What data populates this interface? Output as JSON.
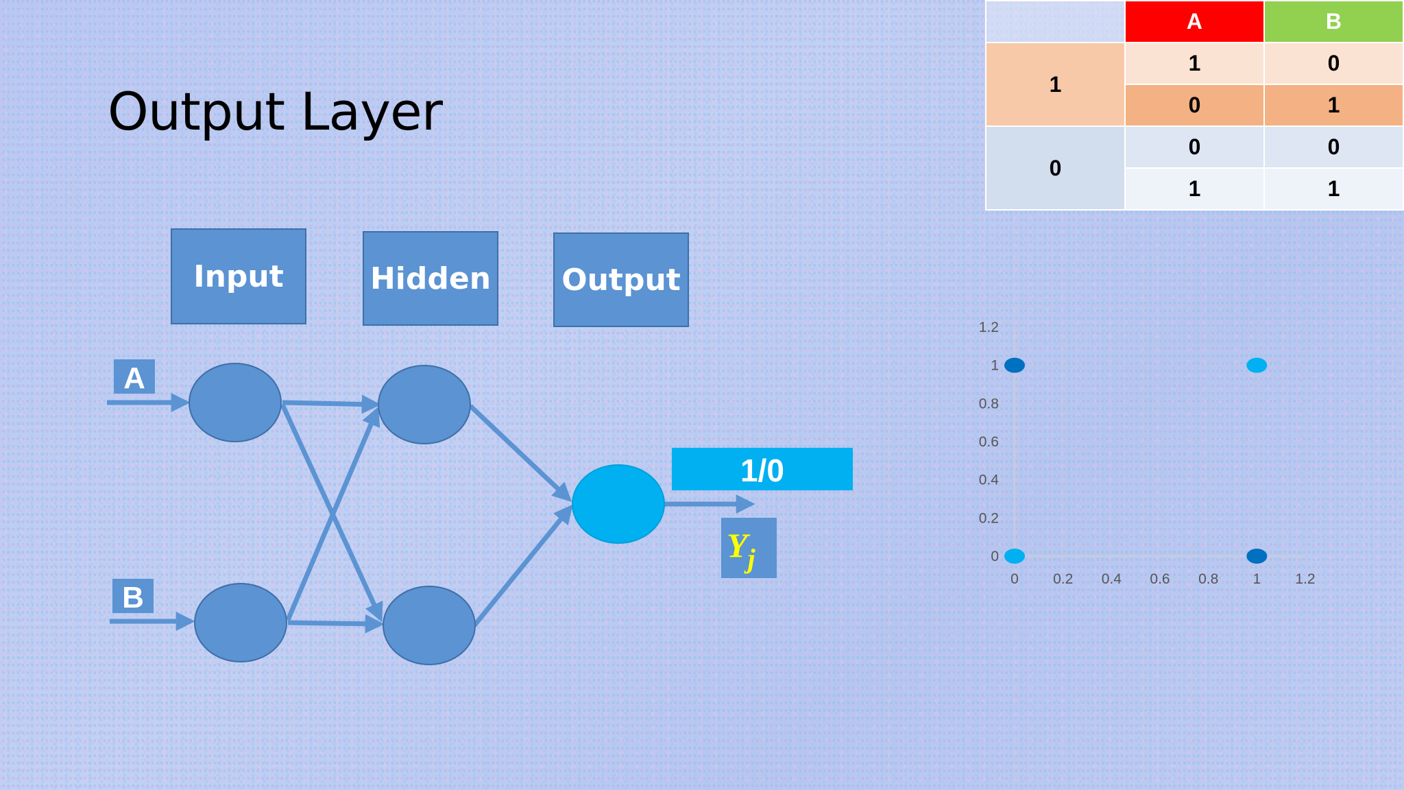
{
  "title": "Output Layer",
  "layers": {
    "input_label": "Input",
    "hidden_label": "Hidden",
    "output_label": "Output"
  },
  "inputs": {
    "a_label": "A",
    "b_label": "B"
  },
  "output": {
    "value_label": "1/0",
    "symbol_main": "Y",
    "symbol_sub": "j"
  },
  "truth_table": {
    "header_a": "A",
    "header_b": "B",
    "groups": [
      {
        "label": "1",
        "rows": [
          {
            "a": "1",
            "b": "0"
          },
          {
            "a": "0",
            "b": "1"
          }
        ]
      },
      {
        "label": "0",
        "rows": [
          {
            "a": "0",
            "b": "0"
          },
          {
            "a": "1",
            "b": "1"
          }
        ]
      }
    ]
  },
  "colors": {
    "neuron": "#5b93d3",
    "output_neuron": "#00b0f0",
    "header_a": "#ff0000",
    "header_b": "#92d050",
    "point_dark": "#0070c0",
    "point_light": "#00b0f0"
  },
  "chart_data": {
    "type": "scatter",
    "series": [
      {
        "color": "#0070c0",
        "points": [
          [
            0,
            1
          ],
          [
            1,
            0
          ]
        ]
      },
      {
        "color": "#00b0f0",
        "points": [
          [
            0,
            0
          ],
          [
            1,
            1
          ]
        ]
      }
    ],
    "xlim": [
      0,
      1.2
    ],
    "ylim": [
      0,
      1.2
    ],
    "x_ticks": [
      "0",
      "0.2",
      "0.4",
      "0.6",
      "0.8",
      "1",
      "1.2"
    ],
    "y_ticks": [
      "0",
      "0.2",
      "0.4",
      "0.6",
      "0.8",
      "1",
      "1.2"
    ],
    "grid": true
  }
}
